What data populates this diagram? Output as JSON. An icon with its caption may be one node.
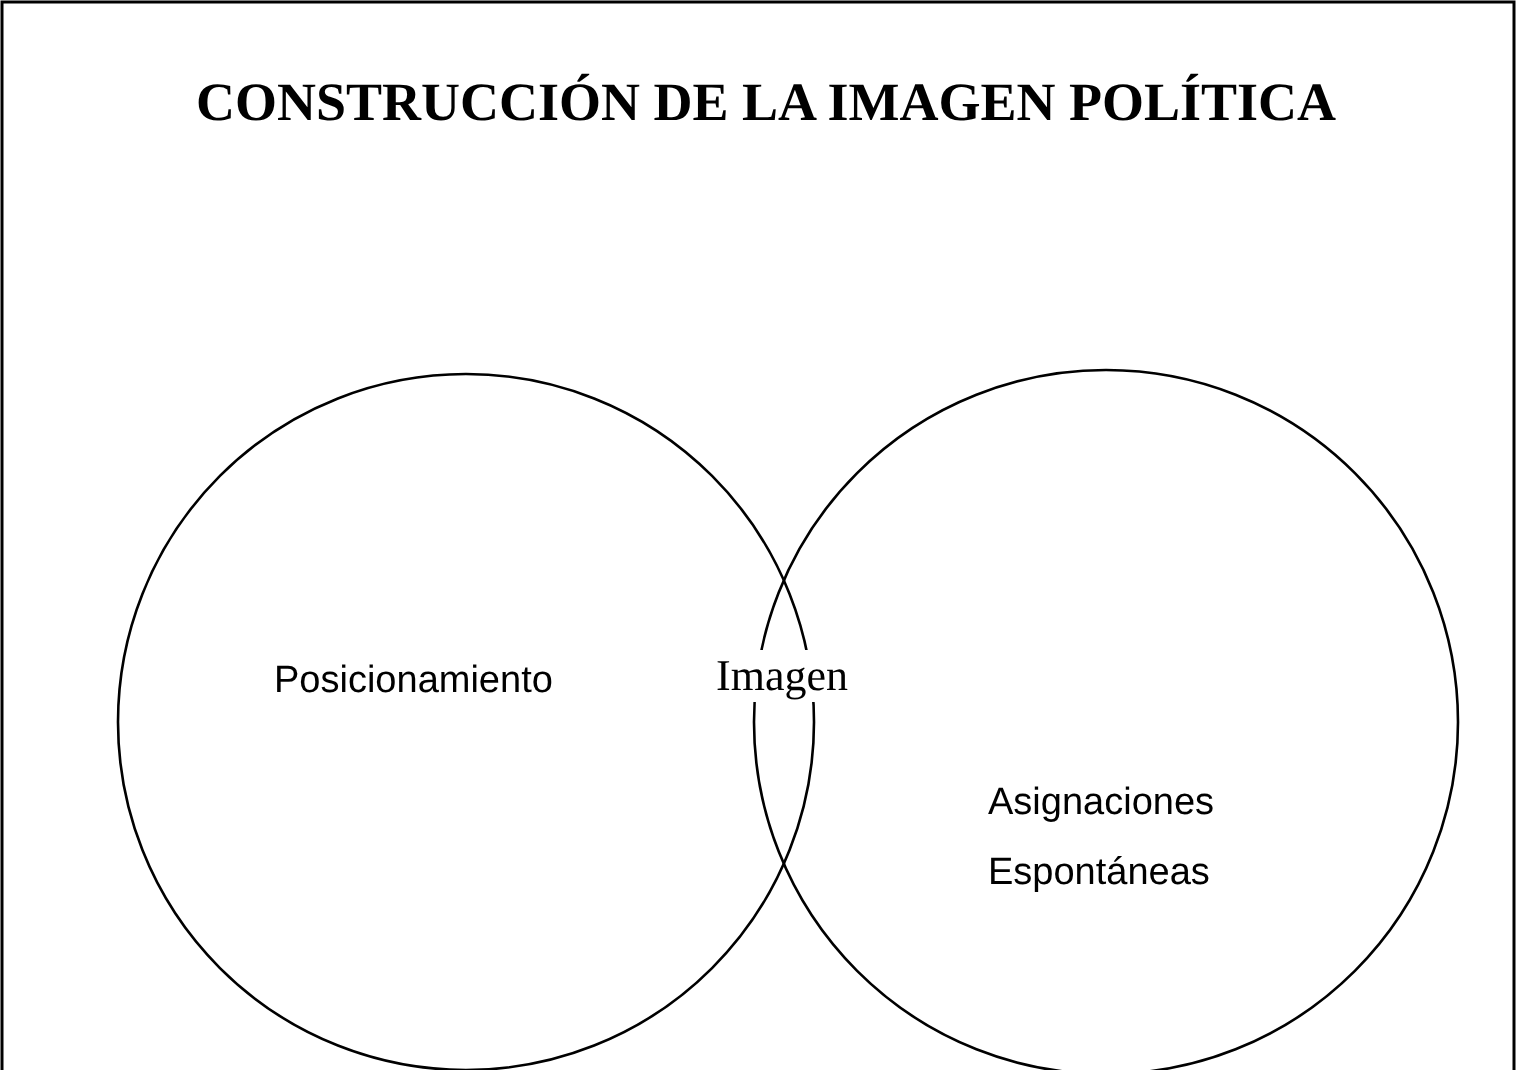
{
  "diagram": {
    "title": "CONSTRUCCIÓN DE LA IMAGEN POLÍTICA",
    "nodes": [
      {
        "text": [
          "Posicionamiento"
        ]
      },
      {
        "text": [
          "Asignaciones Espontáneas"
        ]
      }
    ],
    "labels": [
      "Imagen"
    ]
  }
}
